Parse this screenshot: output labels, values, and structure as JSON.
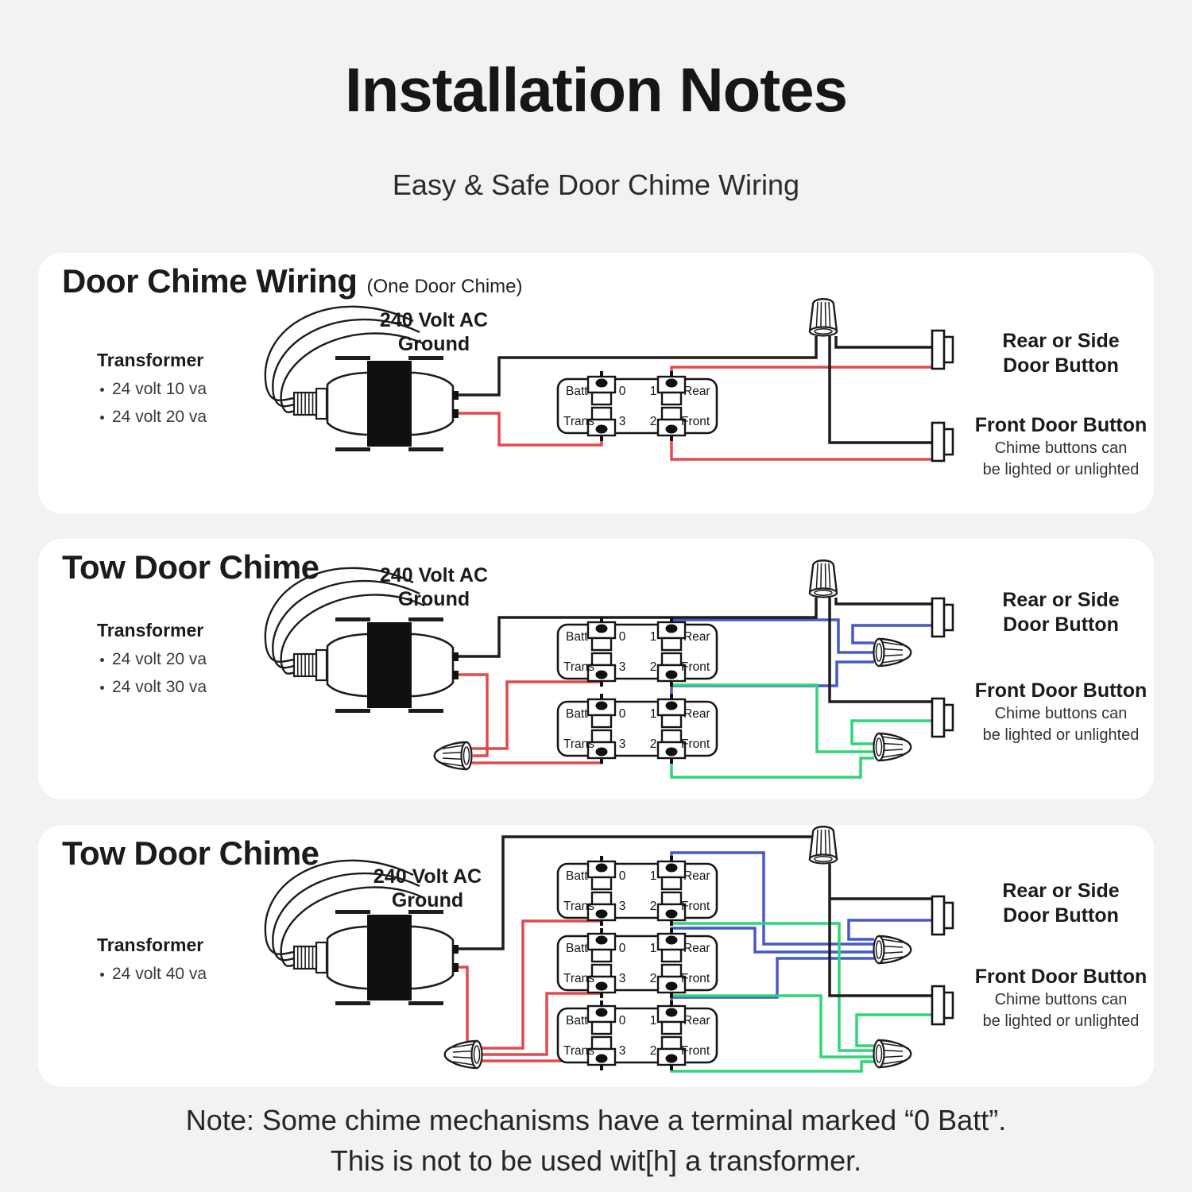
{
  "page": {
    "title": "Installation Notes",
    "subtitle": "Easy & Safe Door Chime Wiring",
    "note_line1": "Note: Some chime mechanisms have a terminal marked “0 Batt”.",
    "note_line2": "This is not to be used wit[h] a transformer."
  },
  "colors": {
    "wire_black": "#1d1d1d",
    "wire_red": "#e4494c",
    "wire_blue": "#4758c8",
    "wire_green": "#2fd576"
  },
  "terminal_block": {
    "batt": "Batt",
    "trans": "Trans",
    "n0": "0",
    "n1": "1",
    "n2": "2",
    "n3": "3",
    "rear": "Rear",
    "front": "Front"
  },
  "panels": [
    {
      "heading": "Door Chime Wiring",
      "heading_suffix": "(One Door Chime)",
      "power_line1": "240 Volt AC",
      "power_line2": "Ground",
      "transformer_label": "Transformer",
      "transformer_specs": [
        "24 volt 10 va",
        "24 volt 20 va"
      ],
      "rear_line1": "Rear or Side",
      "rear_line2": "Door Button",
      "front_line1": "Front Door Button",
      "front_note1": "Chime buttons can",
      "front_note2": "be lighted or unlighted"
    },
    {
      "heading": "Tow Door Chime",
      "heading_suffix": "",
      "power_line1": "240 Volt AC",
      "power_line2": "Ground",
      "transformer_label": "Transformer",
      "transformer_specs": [
        "24 volt 20 va",
        "24 volt 30 va"
      ],
      "rear_line1": "Rear or Side",
      "rear_line2": "Door Button",
      "front_line1": "Front Door Button",
      "front_note1": "Chime buttons can",
      "front_note2": "be lighted or unlighted"
    },
    {
      "heading": "Tow Door Chime",
      "heading_suffix": "",
      "power_line1": "240 Volt AC",
      "power_line2": "Ground",
      "transformer_label": "Transformer",
      "transformer_specs": [
        "24 volt 40 va"
      ],
      "rear_line1": "Rear or Side",
      "rear_line2": "Door Button",
      "front_line1": "Front Door Button",
      "front_note1": "Chime buttons can",
      "front_note2": "be lighted or unlighted"
    }
  ]
}
